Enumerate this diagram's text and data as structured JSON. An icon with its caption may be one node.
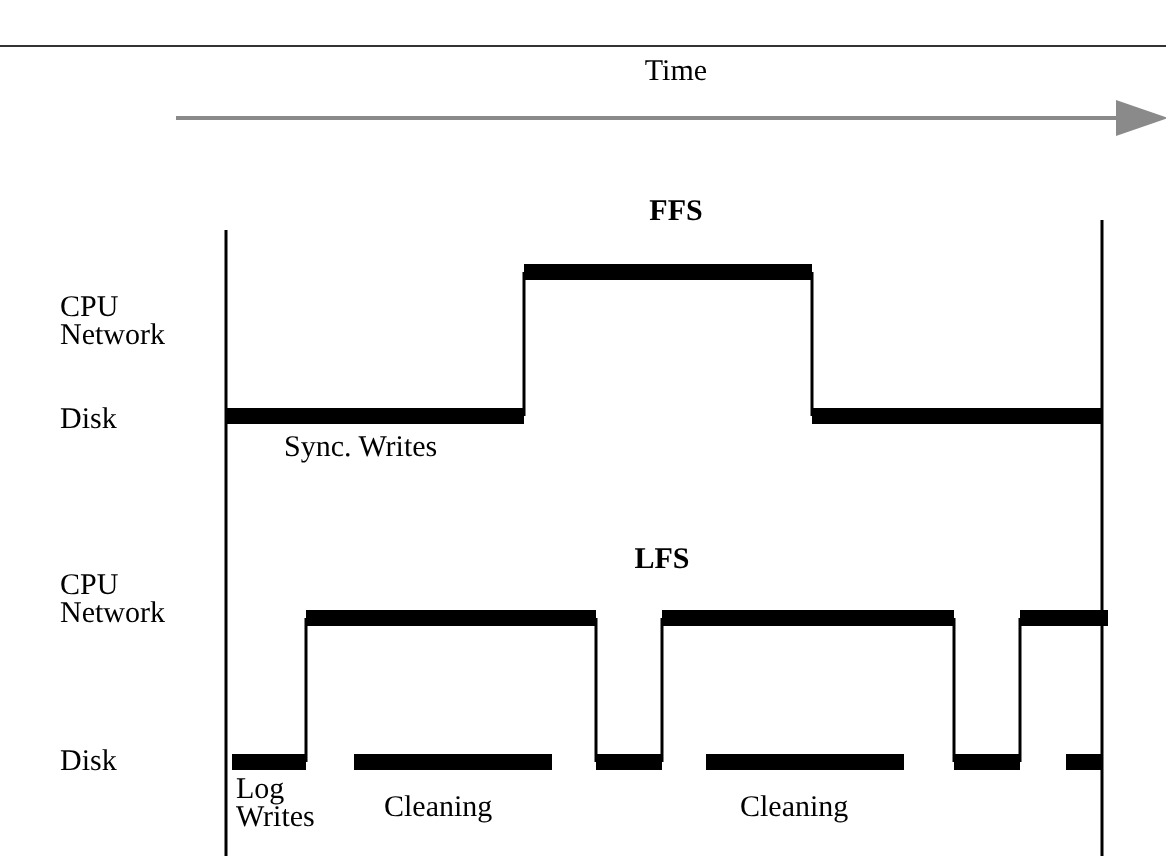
{
  "diagram": {
    "labels": [
      "Time",
      "FFS",
      "CPU Network",
      "Disk",
      "Sync. Writes",
      "LFS",
      "CPU Network",
      "Disk",
      "Log Writes",
      "Cleaning",
      "Cleaning"
    ]
  }
}
